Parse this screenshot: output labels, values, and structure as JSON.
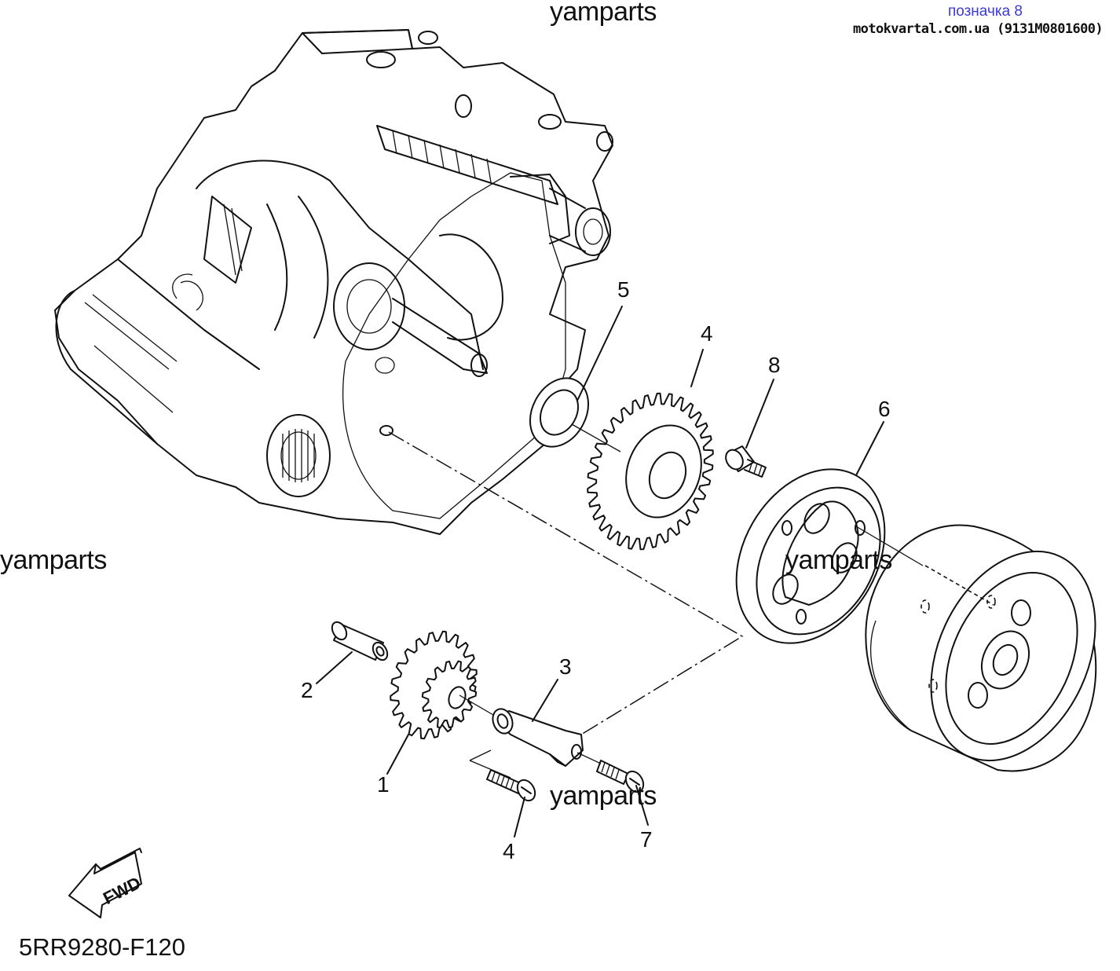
{
  "header": {
    "mark_label": "позначка 8",
    "site_label": "motokvartal.com.ua (9131M0801600)"
  },
  "watermarks": [
    "yamparts",
    "yamparts",
    "yamparts",
    "yamparts"
  ],
  "diagram_code": "5RR9280-F120",
  "fwd_label": "FWD",
  "parts": [
    {
      "number": "1",
      "icon": "drive-gear-icon"
    },
    {
      "number": "2",
      "icon": "dowel-pin-icon"
    },
    {
      "number": "3",
      "icon": "plate-icon"
    },
    {
      "number": "4",
      "icon": "screw-icon"
    },
    {
      "number": "4",
      "icon": "screw-icon"
    },
    {
      "number": "5",
      "icon": "starter-wheel-gear-icon"
    },
    {
      "number": "6",
      "icon": "washer-icon"
    },
    {
      "number": "7",
      "icon": "starter-clutch-icon"
    },
    {
      "number": "8",
      "icon": "bolt-icon"
    }
  ],
  "colors": {
    "line": "#111111",
    "mark_label": "#3a3ad8",
    "background": "#ffffff"
  }
}
